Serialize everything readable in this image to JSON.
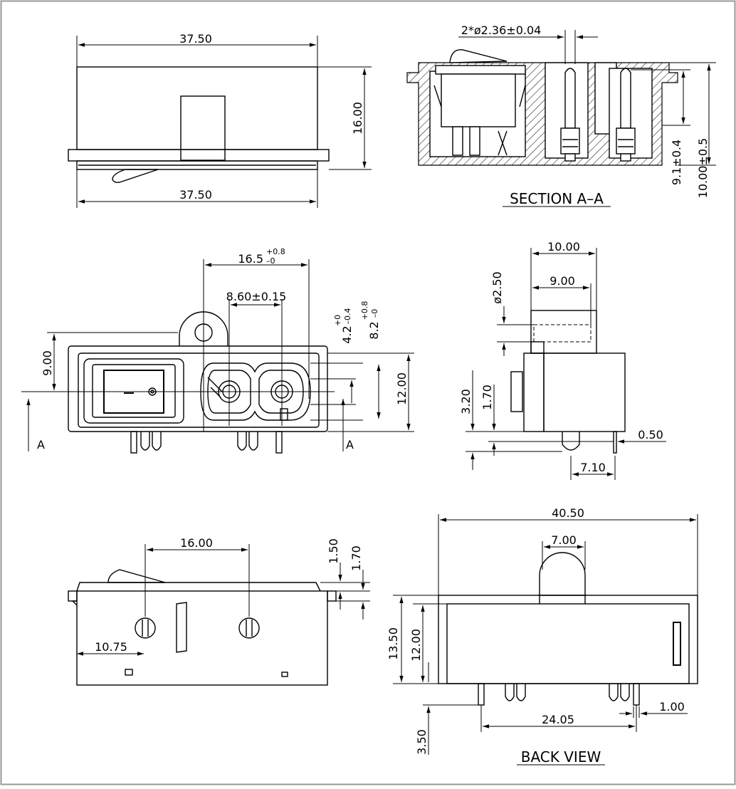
{
  "drawing": {
    "top_view": {
      "width_top": "37.50",
      "width_bottom": "37.50",
      "height": "16.00"
    },
    "section": {
      "pin_dia": "2*ø2.36±0.04",
      "depth": "9.1±0.4",
      "height": "10.00±0.5",
      "title": "SECTION A–A"
    },
    "front_view": {
      "spacing": "16.5",
      "spacing_tol_upper": "+0.8",
      "spacing_tol_lower": "–0",
      "pin_pitch": "8.60±0.15",
      "offset_a": "4.2",
      "offset_a_tol_upper": "+0",
      "offset_a_tol_lower": "–0.4",
      "offset_b": "8.2",
      "offset_b_tol_upper": "+0.8",
      "offset_b_tol_lower": "–0",
      "mount_height": "9.00",
      "body_height": "12.00",
      "section_marker_left": "A",
      "section_marker_right": "A"
    },
    "side_view": {
      "width_outer": "10.00",
      "width_inner": "9.00",
      "hole_dia": "ø2.50",
      "dim_a": "3.20",
      "dim_b": "1.70",
      "thickness": "0.50",
      "pin_offset": "7.10"
    },
    "bottom_view": {
      "pitch": "16.00",
      "dim_a": "1.50",
      "dim_b": "1.70",
      "offset": "10.75"
    },
    "back_view": {
      "width": "40.50",
      "switch_width": "7.00",
      "height_total": "13.50",
      "height_body": "12.00",
      "pin_length": "3.50",
      "pin_span": "24.05",
      "pin_width": "1.00",
      "title": "BACK VIEW"
    }
  }
}
